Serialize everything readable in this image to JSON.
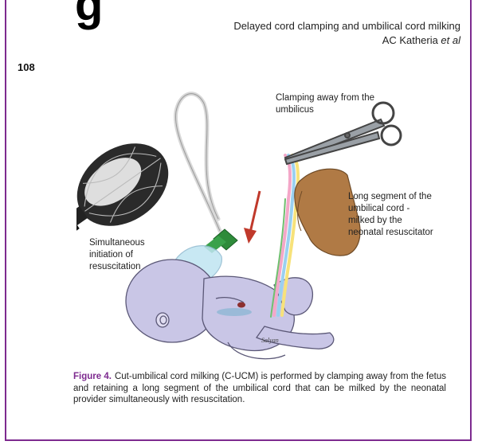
{
  "cutoff_heading": "g",
  "running_head": {
    "title": "Delayed cord clamping and umbilical cord milking",
    "authors_prefix": "AC Katheria ",
    "authors_etal": "et al"
  },
  "page_number": "108",
  "figure": {
    "labels": {
      "clamping": "Clamping away from the umbilicus",
      "long_segment": "Long segment of the umbilical cord - milked by the neonatal resuscitator",
      "simultaneous": "Simultaneous initiation of resuscitation"
    },
    "signature": "Salyan",
    "colors": {
      "accent": "#7d2a8f",
      "infant": "#c9c6e6",
      "hand": "#b07a45",
      "arrow": "#c0392b",
      "mask": "#2e8b3a"
    }
  },
  "caption": {
    "label": "Figure 4.",
    "text": "Cut-umbilical cord milking (C-UCM) is performed by clamping away from the fetus and retaining a long segment of the umbilical cord that can be milked by the neonatal provider simultaneously with resuscitation."
  }
}
